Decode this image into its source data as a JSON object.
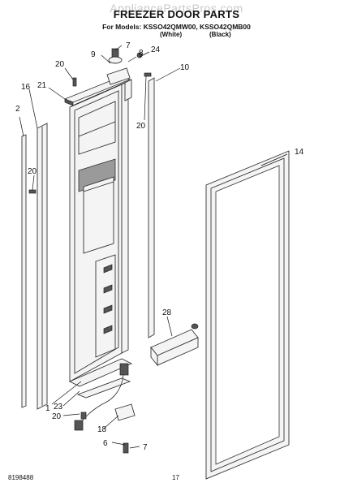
{
  "header": {
    "watermark": "AppliancePartsPros.com",
    "title": "FREEZER DOOR PARTS",
    "models": "For Models: KSSO42QMW00, KSSO42QMB00",
    "variant_white": "(White)",
    "variant_black": "(Black)"
  },
  "callouts": {
    "c7a": "7",
    "c9": "9",
    "c8": "8",
    "c24": "24",
    "c20a": "20",
    "c10": "10",
    "c21": "21",
    "c16": "16",
    "c2": "2",
    "c20b": "20",
    "c20c": "20",
    "c14": "14",
    "c28": "28",
    "c1": "1",
    "c23": "23",
    "c20d": "20",
    "c18": "18",
    "c6": "6",
    "c7b": "7"
  },
  "footer": {
    "doc_number": "8198488",
    "page_number": "17"
  }
}
